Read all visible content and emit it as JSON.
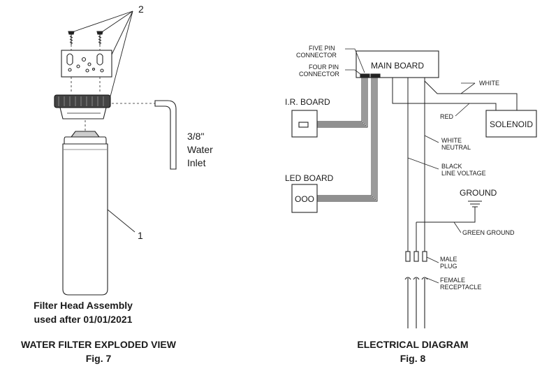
{
  "left": {
    "callout_2": "2",
    "callout_1": "1",
    "inlet_size": "3/8\"",
    "inlet_word1": "Water",
    "inlet_word2": "Inlet",
    "caption_line1": "Filter Head Assembly",
    "caption_line2": "used after 01/01/2021",
    "view_title": "WATER FILTER EXPLODED VIEW",
    "fig": "Fig. 7"
  },
  "right": {
    "five_pin_1": "FIVE PIN",
    "five_pin_2": "CONNECTOR",
    "four_pin_1": "FOUR PIN",
    "four_pin_2": "CONNECTOR",
    "main_board": "MAIN BOARD",
    "ir_board": "I.R. BOARD",
    "led_board": "LED BOARD",
    "white": "WHITE",
    "red": "RED",
    "solenoid": "SOLENOID",
    "white_neutral_1": "WHITE",
    "white_neutral_2": "NEUTRAL",
    "black_1": "BLACK",
    "black_2": "LINE VOLTAGE",
    "ground": "GROUND",
    "green_ground": "GREEN GROUND",
    "male_1": "MALE",
    "male_2": "PLUG",
    "female_1": "FEMALE",
    "female_2": "RECEPTACLE",
    "led_symbol": "OOO",
    "view_title": "ELECTRICAL DIAGRAM",
    "fig": "Fig. 8"
  }
}
